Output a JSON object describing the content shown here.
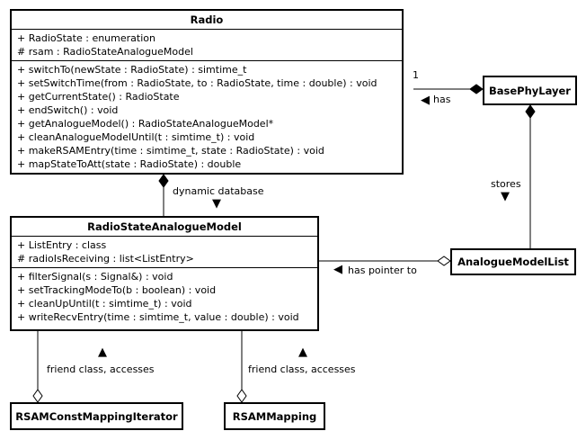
{
  "classes": {
    "radio": {
      "name": "Radio",
      "attributes": [
        "+ RadioState : enumeration",
        "# rsam : RadioStateAnalogueModel"
      ],
      "methods": [
        "+ switchTo(newState : RadioState) : simtime_t",
        "+ setSwitchTime(from : RadioState, to : RadioState, time : double) : void",
        "+ getCurrentState() : RadioState",
        "+ endSwitch() : void",
        "+ getAnalogueModel() : RadioStateAnalogueModel*",
        "+ cleanAnalogueModelUntil(t : simtime_t) : void",
        "+ makeRSAMEntry(time : simtime_t, state : RadioState) : void",
        "+ mapStateToAtt(state : RadioState) : double"
      ]
    },
    "rsam": {
      "name": "RadioStateAnalogueModel",
      "attributes": [
        "+ ListEntry : class",
        "# radioIsReceiving : list<ListEntry>"
      ],
      "methods": [
        "+ filterSignal(s : Signal&) : void",
        "+ setTrackingModeTo(b : boolean) : void",
        "+ cleanUpUntil(t : simtime_t) : void",
        "+ writeRecvEntry(time : simtime_t, value : double) : void"
      ]
    },
    "basePhyLayer": {
      "name": "BasePhyLayer"
    },
    "analogueModelList": {
      "name": "AnalogueModelList"
    },
    "rsamConstMappingIterator": {
      "name": "RSAMConstMappingIterator"
    },
    "rsamMapping": {
      "name": "RSAMMapping"
    }
  },
  "relations": {
    "has": {
      "label": "has",
      "multiplicity": "1",
      "arrow": "◀"
    },
    "stores": {
      "label": "stores",
      "arrow": "▼"
    },
    "dynamicDatabase": {
      "label": "dynamic database",
      "arrow": "▼"
    },
    "hasPointerTo": {
      "label": "has pointer to",
      "arrow": "◀"
    },
    "friendIterator": {
      "label": "friend class, accesses",
      "arrow": "▲"
    },
    "friendMapping": {
      "label": "friend class, accesses",
      "arrow": "▲"
    }
  }
}
